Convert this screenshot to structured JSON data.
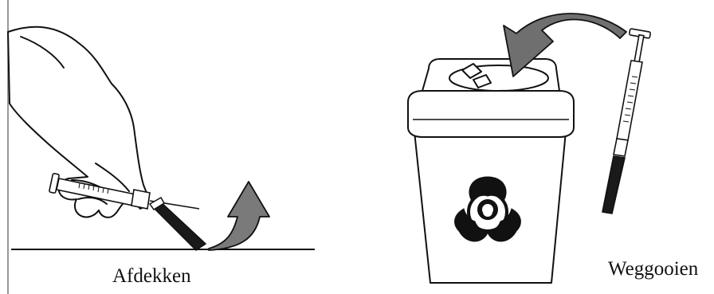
{
  "steps": [
    {
      "label": "Afdekken",
      "icon": "recap-needle-illustration"
    },
    {
      "label": "Weggooien",
      "icon": "sharps-container-disposal-illustration"
    }
  ],
  "colors": {
    "line": "#111111",
    "arrow_fill": "#7a7a7a",
    "arrow_fill_dark": "#555555",
    "container_fill": "#ffffff",
    "needle_cap": "#1a1a1a"
  }
}
